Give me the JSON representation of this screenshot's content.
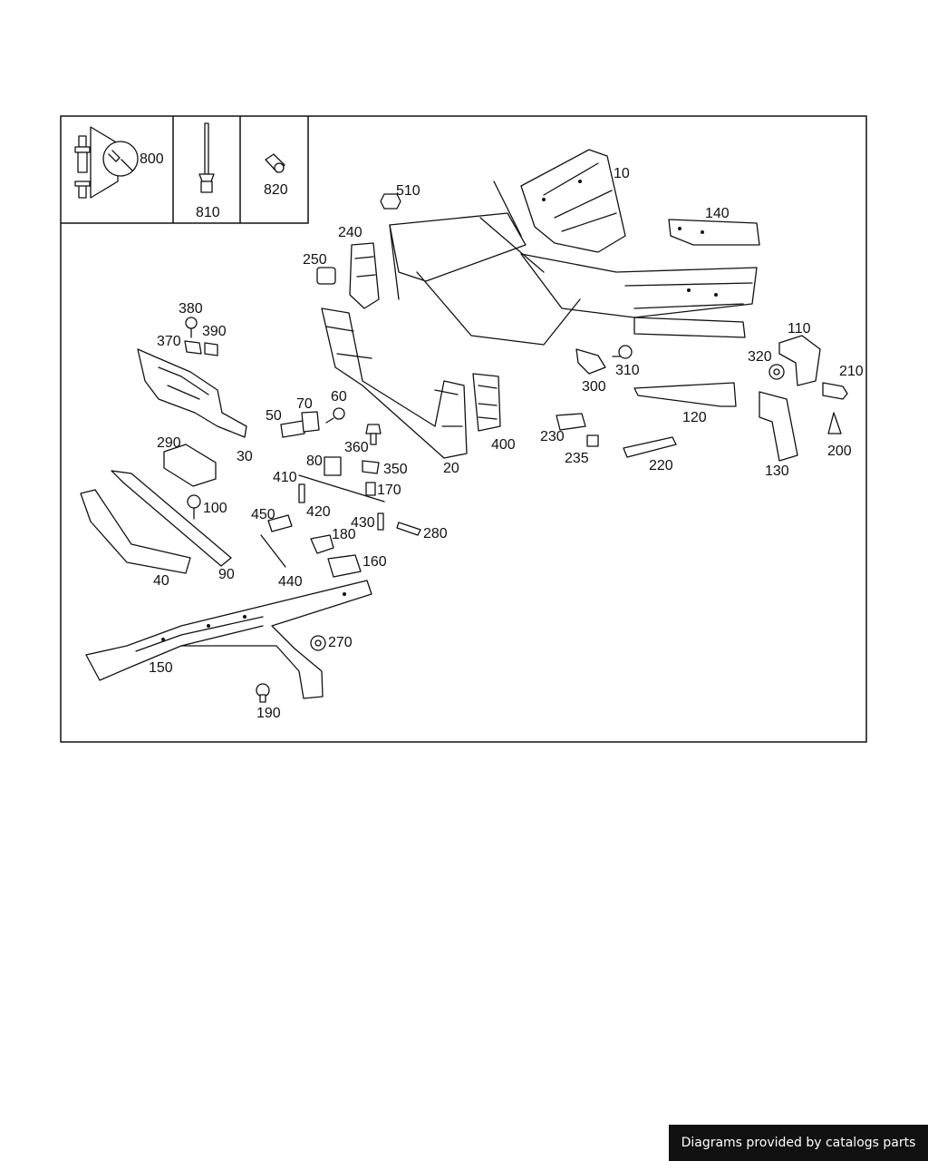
{
  "credit": "Diagrams provided by catalogs parts",
  "callouts": {
    "p10": "10",
    "p20": "20",
    "p30": "30",
    "p40": "40",
    "p50": "50",
    "p60": "60",
    "p70": "70",
    "p80": "80",
    "p90": "90",
    "p100": "100",
    "p110": "110",
    "p120": "120",
    "p130": "130",
    "p140": "140",
    "p150": "150",
    "p160": "160",
    "p170": "170",
    "p180": "180",
    "p190": "190",
    "p200": "200",
    "p210": "210",
    "p220": "220",
    "p230": "230",
    "p235": "235",
    "p240": "240",
    "p250": "250",
    "p270": "270",
    "p280": "280",
    "p290": "290",
    "p300": "300",
    "p310": "310",
    "p320": "320",
    "p350": "350",
    "p360": "360",
    "p370": "370",
    "p380": "380",
    "p390": "390",
    "p400": "400",
    "p410": "410",
    "p420": "420",
    "p430": "430",
    "p440": "440",
    "p450": "450",
    "p510": "510",
    "p800": "800",
    "p810": "810",
    "p820": "820"
  }
}
